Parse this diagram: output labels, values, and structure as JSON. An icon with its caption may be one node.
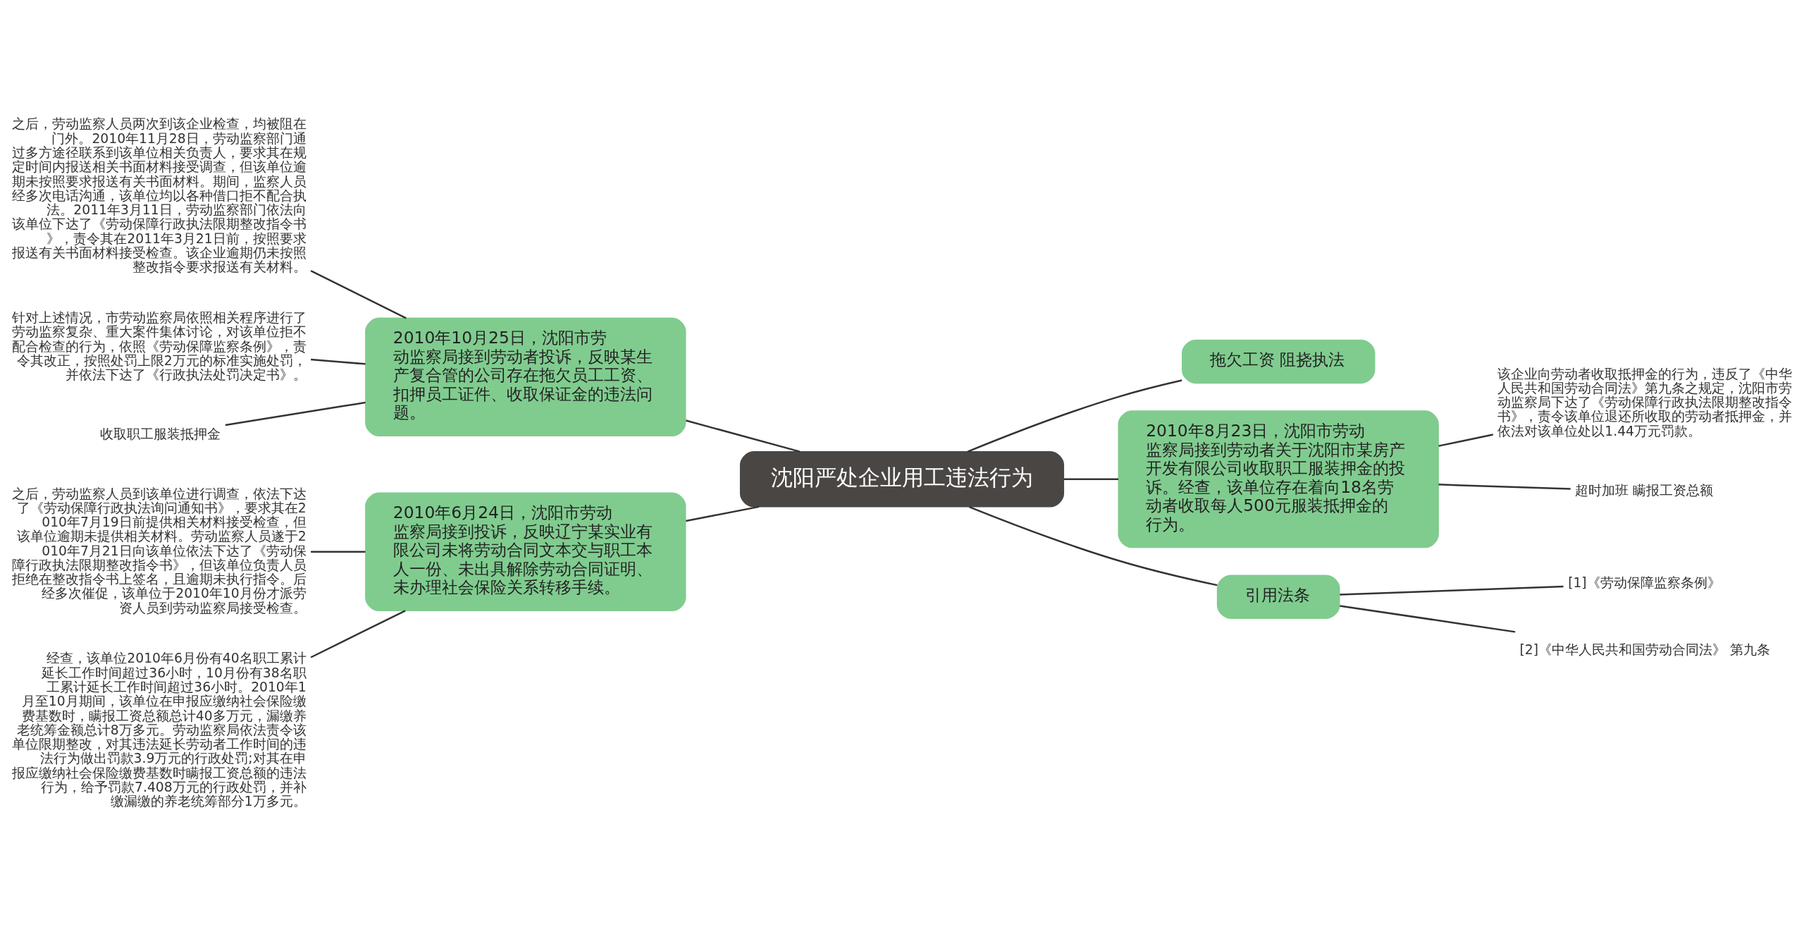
{
  "diagram": {
    "nodes": [
      {
        "text": [
          "沈阳严处企业用工违法行为"
        ]
      },
      {
        "text": [
          "2010年10月25日，沈阳市劳动监察局接到劳动者投诉，反映某生产复合管的公司存在拖欠员工工资、扣押员工证件、收取保证金的违法问题。"
        ]
      },
      {
        "text": [
          "之后，劳动监察人员两次到该企业检查，均被阻在门外。2010年11月28日，劳动监察部门通过多方途径联系到该单位相关负责人，要求其在规定时间内报送相关书面材料接受调查，但该单位逾期未按照要求报送有关书面材料。期间，监察人员经多次电话沟通，该单位均以各种借口拒不配合执法。2011年3月11日，劳动监察部门依法向该单位下达了《劳动保障行政执法限期整改指令书》，责令其在2011年3月21日前，按照要求报送有关书面材料接受检查。该企业逾期仍未按照整改指令要求报送有关材料。"
        ]
      },
      {
        "text": [
          "针对上述情况，市劳动监察局依照相关程序进行了劳动监察复杂、重大案件集体讨论，对该单位拒不配合检查的行为，依照《劳动保障监察条例》，责令其改正，按照处罚上限2万元的标准实施处罚，并依法下达了《行政执法处罚决定书》。"
        ]
      },
      {
        "text": [
          "收取职工服装抵押金"
        ]
      },
      {
        "text": [
          "2010年6月24日，沈阳市劳动监察局接到投诉，反映辽宁某实业有限公司未将劳动合同文本交与职工本人一份、未出具解除劳动合同证明、未办理社会保险关系转移手续。"
        ]
      },
      {
        "text": [
          "之后，劳动监察人员到该单位进行调查，依法下达了《劳动保障行政执法询问通知书》，要求其在2010年7月19日前提供相关材料接受检查，但该单位逾期未提供相关材料。劳动监察人员遂于2010年7月21日向该单位依法下达了《劳动保障行政执法限期整改指令书》，但该单位负责人员拒绝在整改指令书上签名，且逾期未执行指令。后经多次催促，该单位于2010年10月份才派劳资人员到劳动监察局接受检查。"
        ]
      },
      {
        "text": [
          "经查，该单位2010年6月份有40名职工累计延长工作时间超过36小时，10月份有38名职工累计延长工作时间超过36小时。2010年1月至10月期间，该单位在申报应缴纳社会保险缴费基数时，瞒报工资总额总计40多万元，漏缴养老统筹金额总计8万多元。劳动监察局依法责令该单位限期整改，对其违法延长劳动者工作时间的违法行为做出罚款3.9万元的行政处罚;对其在申报应缴纳社会保险缴费基数时瞒报工资总额的违法行为，给予罚款7.408万元的行政处罚，并补缴漏缴的养老统筹部分1万多元。"
        ]
      },
      {
        "text": [
          "拖欠工资 阻挠执法"
        ]
      },
      {
        "text": [
          "2010年8月23日，沈阳市劳动监察局接到劳动者关于沈阳市某房产开发有限公司收取职工服装押金的投诉。经查，该单位存在着向18名劳动者收取每人500元服装抵押金的行为。"
        ]
      },
      {
        "text": [
          "该企业向劳动者收取抵押金的行为，违反了《中华人民共和国劳动合同法》第九条之规定，沈阳市劳动监察局下达了《劳动保障行政执法限期整改指令书》，责令该单位退还所收取的劳动者抵押金，并依法对该单位处以1.44万元罚款。"
        ]
      },
      {
        "text": [
          "超时加班 瞒报工资总额"
        ]
      },
      {
        "text": [
          "引用法条"
        ]
      },
      {
        "text": [
          "[1]《劳动保障监察条例》"
        ]
      },
      {
        "text": [
          "[2]《中华人民共和国劳动合同法》 第九条"
        ]
      }
    ],
    "edges": [
      {
        "from": 0,
        "to": 1,
        "arrow": "none"
      },
      {
        "from": 1,
        "to": 2,
        "arrow": "none"
      },
      {
        "from": 1,
        "to": 3,
        "arrow": "none"
      },
      {
        "from": 1,
        "to": 4,
        "arrow": "none"
      },
      {
        "from": 0,
        "to": 5,
        "arrow": "none"
      },
      {
        "from": 5,
        "to": 6,
        "arrow": "none"
      },
      {
        "from": 5,
        "to": 7,
        "arrow": "none"
      },
      {
        "from": 0,
        "to": 8,
        "arrow": "none"
      },
      {
        "from": 0,
        "to": 9,
        "arrow": "none"
      },
      {
        "from": 9,
        "to": 10,
        "arrow": "none"
      },
      {
        "from": 9,
        "to": 11,
        "arrow": "none"
      },
      {
        "from": 0,
        "to": 12,
        "arrow": "none"
      },
      {
        "from": 12,
        "to": 13,
        "arrow": "none"
      },
      {
        "from": 12,
        "to": 14,
        "arrow": "none"
      }
    ]
  }
}
